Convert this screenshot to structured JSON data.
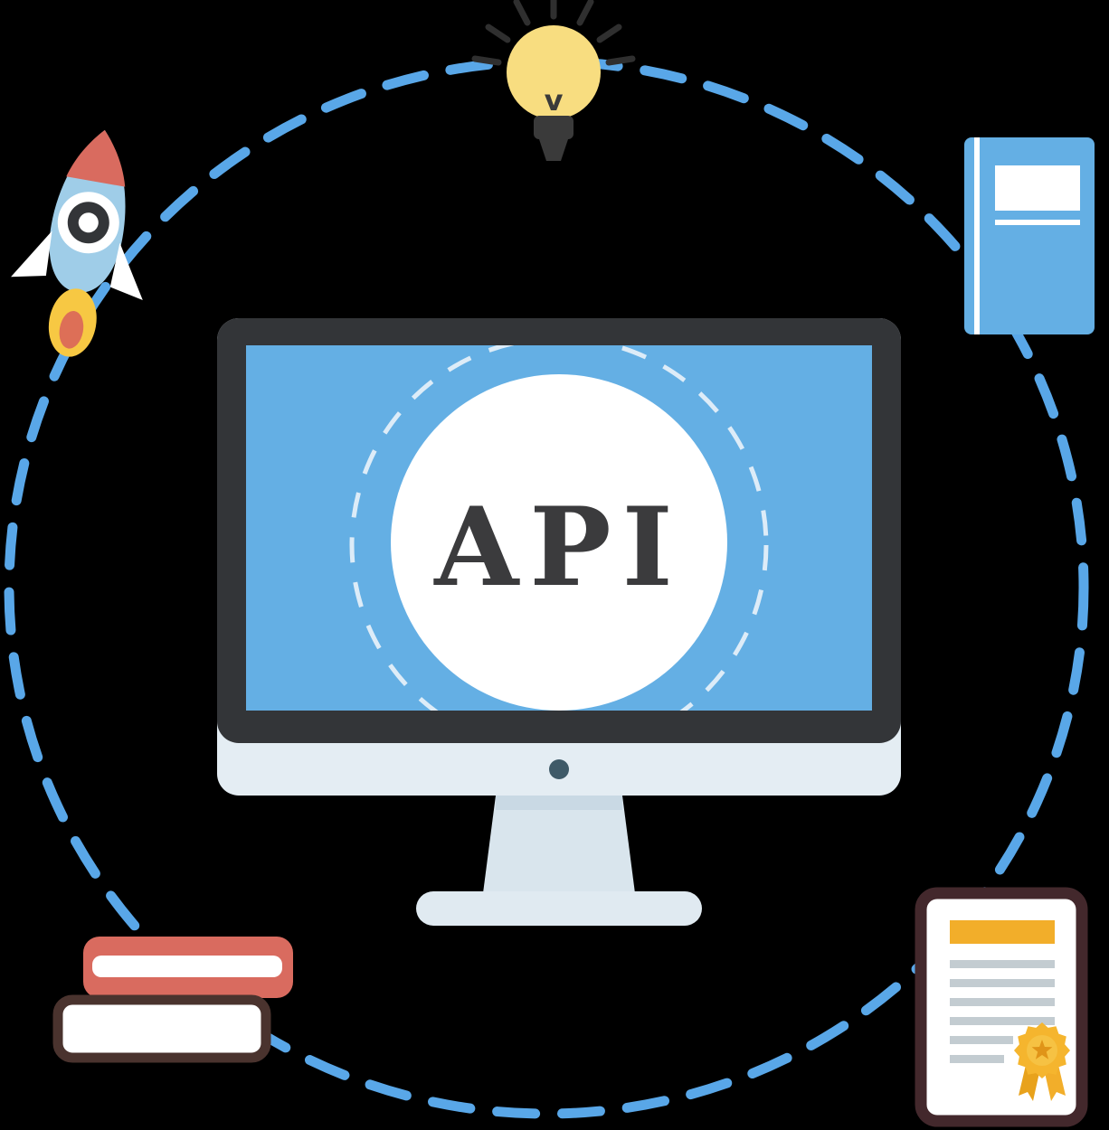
{
  "illustration": {
    "title": "API concept illustration",
    "screen_label": "API",
    "bulb_mark": "v"
  },
  "icons": [
    {
      "name": "monitor-icon",
      "meaning": "computer displaying API"
    },
    {
      "name": "rocket-icon",
      "meaning": "launch"
    },
    {
      "name": "lightbulb-icon",
      "meaning": "idea"
    },
    {
      "name": "book-icon",
      "meaning": "documentation"
    },
    {
      "name": "books-stack-icon",
      "meaning": "knowledge"
    },
    {
      "name": "certificate-icon",
      "meaning": "certification"
    },
    {
      "name": "dashed-orbit-path",
      "meaning": "connecting cycle"
    }
  ],
  "colors": {
    "background": "#000000",
    "path_blue": "#59a7e8",
    "screen_blue": "#64afe4",
    "monitor_frame": "#333538",
    "monitor_body": "#e4edf3",
    "stand_shade": "#c9d9e4",
    "accent_coral": "#d96b5f",
    "accent_yellow": "#f7c843",
    "bulb_yellow": "#f8dd80",
    "certificate_border": "#43282c",
    "certificate_gold": "#f2ae2a",
    "line_gray": "#c3ccd1",
    "text_dark": "#3b3b3d",
    "white": "#ffffff"
  }
}
